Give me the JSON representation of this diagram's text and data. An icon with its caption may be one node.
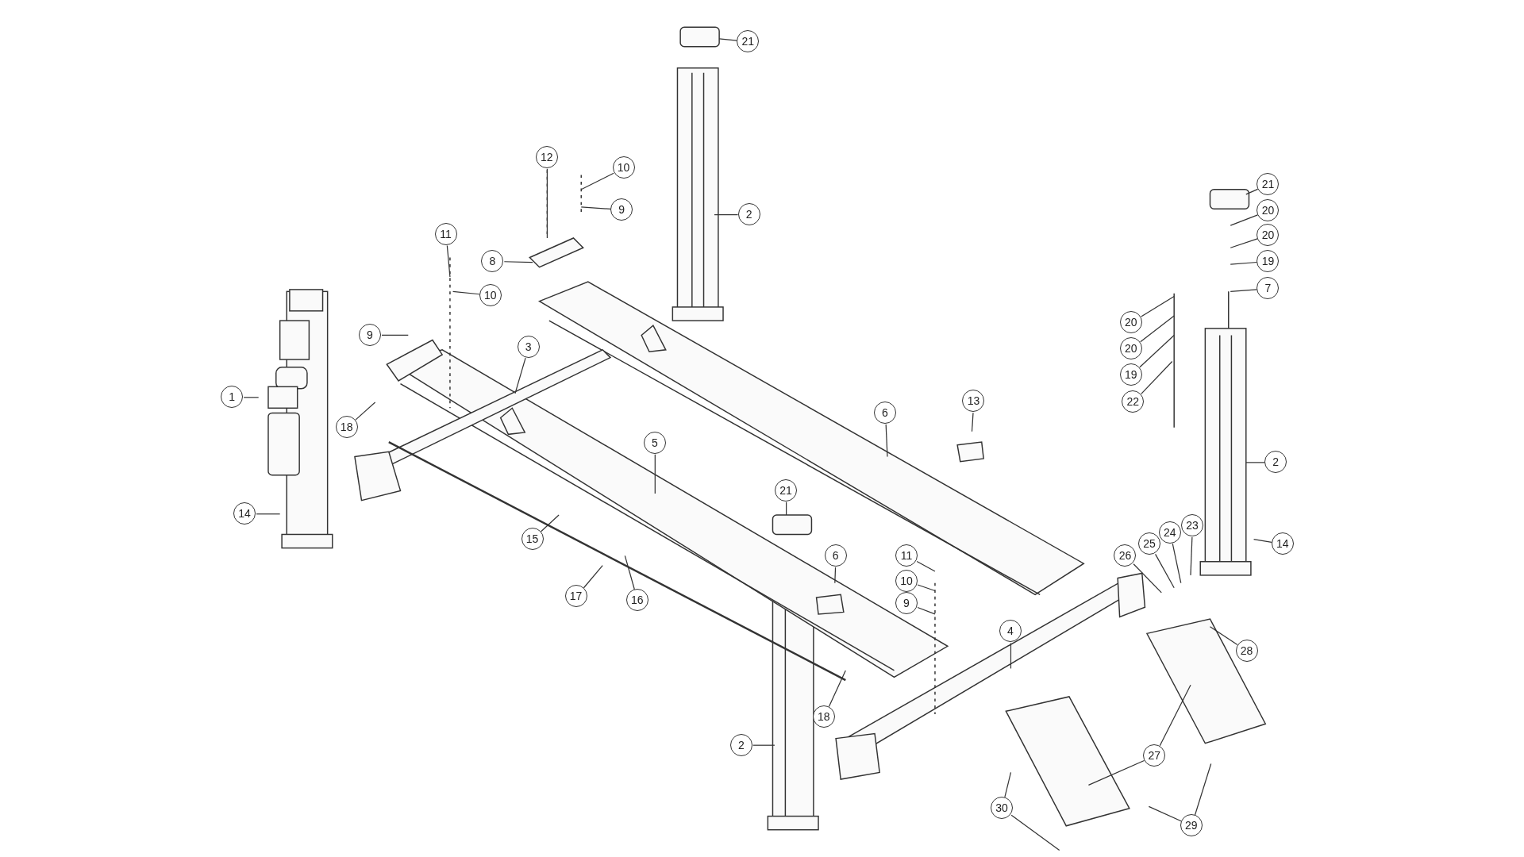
{
  "diagram": {
    "nodes": [
      {
        "text": [
          "21"
        ]
      },
      {
        "text": [
          "2"
        ]
      },
      {
        "text": [
          "12"
        ]
      },
      {
        "text": [
          "10"
        ]
      },
      {
        "text": [
          "9"
        ]
      },
      {
        "text": [
          "21"
        ]
      },
      {
        "text": [
          "20"
        ]
      },
      {
        "text": [
          "20"
        ]
      },
      {
        "text": [
          "19"
        ]
      },
      {
        "text": [
          "7"
        ]
      },
      {
        "text": [
          "11"
        ]
      },
      {
        "text": [
          "10"
        ]
      },
      {
        "text": [
          "8"
        ]
      },
      {
        "text": [
          "9"
        ]
      },
      {
        "text": [
          "3"
        ]
      },
      {
        "text": [
          "20"
        ]
      },
      {
        "text": [
          "20"
        ]
      },
      {
        "text": [
          "19"
        ]
      },
      {
        "text": [
          "22"
        ]
      },
      {
        "text": [
          "1"
        ]
      },
      {
        "text": [
          "18"
        ]
      },
      {
        "text": [
          "13"
        ]
      },
      {
        "text": [
          "6"
        ]
      },
      {
        "text": [
          "5"
        ]
      },
      {
        "text": [
          "2"
        ]
      },
      {
        "text": [
          "21"
        ]
      },
      {
        "text": [
          "14"
        ]
      },
      {
        "text": [
          "15"
        ]
      },
      {
        "text": [
          "14"
        ]
      },
      {
        "text": [
          "26"
        ]
      },
      {
        "text": [
          "25"
        ]
      },
      {
        "text": [
          "24"
        ]
      },
      {
        "text": [
          "23"
        ]
      },
      {
        "text": [
          "6"
        ]
      },
      {
        "text": [
          "11"
        ]
      },
      {
        "text": [
          "10"
        ]
      },
      {
        "text": [
          "9"
        ]
      },
      {
        "text": [
          "17"
        ]
      },
      {
        "text": [
          "16"
        ]
      },
      {
        "text": [
          "4"
        ]
      },
      {
        "text": [
          "28"
        ]
      },
      {
        "text": [
          "18"
        ]
      },
      {
        "text": [
          "2"
        ]
      },
      {
        "text": [
          "27"
        ]
      },
      {
        "text": [
          "30"
        ]
      },
      {
        "text": [
          "29"
        ]
      }
    ],
    "edges": [
      {
        "from": 0,
        "to": null,
        "arrow": "none"
      },
      {
        "from": 1,
        "to": null,
        "arrow": "none"
      },
      {
        "from": 2,
        "to": null,
        "arrow": "none"
      },
      {
        "from": 3,
        "to": null,
        "arrow": "none"
      },
      {
        "from": 4,
        "to": null,
        "arrow": "none"
      },
      {
        "from": 5,
        "to": null,
        "arrow": "none"
      },
      {
        "from": 6,
        "to": null,
        "arrow": "none"
      },
      {
        "from": 7,
        "to": null,
        "arrow": "none"
      },
      {
        "from": 8,
        "to": null,
        "arrow": "none"
      },
      {
        "from": 9,
        "to": null,
        "arrow": "none"
      },
      {
        "from": 10,
        "to": null,
        "arrow": "none"
      },
      {
        "from": 11,
        "to": null,
        "arrow": "none"
      },
      {
        "from": 12,
        "to": null,
        "arrow": "none"
      },
      {
        "from": 13,
        "to": null,
        "arrow": "none"
      },
      {
        "from": 14,
        "to": null,
        "arrow": "none"
      },
      {
        "from": 15,
        "to": null,
        "arrow": "none"
      },
      {
        "from": 16,
        "to": null,
        "arrow": "none"
      },
      {
        "from": 17,
        "to": null,
        "arrow": "none"
      },
      {
        "from": 18,
        "to": null,
        "arrow": "none"
      },
      {
        "from": 19,
        "to": null,
        "arrow": "none"
      },
      {
        "from": 20,
        "to": null,
        "arrow": "none"
      },
      {
        "from": 21,
        "to": null,
        "arrow": "none"
      },
      {
        "from": 22,
        "to": null,
        "arrow": "none"
      },
      {
        "from": 23,
        "to": null,
        "arrow": "none"
      },
      {
        "from": 24,
        "to": null,
        "arrow": "none"
      },
      {
        "from": 25,
        "to": null,
        "arrow": "none"
      },
      {
        "from": 26,
        "to": null,
        "arrow": "none"
      },
      {
        "from": 27,
        "to": null,
        "arrow": "none"
      },
      {
        "from": 28,
        "to": null,
        "arrow": "none"
      },
      {
        "from": 29,
        "to": null,
        "arrow": "none"
      },
      {
        "from": 30,
        "to": null,
        "arrow": "none"
      },
      {
        "from": 31,
        "to": null,
        "arrow": "none"
      },
      {
        "from": 32,
        "to": null,
        "arrow": "none"
      },
      {
        "from": 33,
        "to": null,
        "arrow": "none"
      },
      {
        "from": 34,
        "to": null,
        "arrow": "none"
      },
      {
        "from": 35,
        "to": null,
        "arrow": "none"
      },
      {
        "from": 36,
        "to": null,
        "arrow": "none"
      },
      {
        "from": 37,
        "to": null,
        "arrow": "none"
      },
      {
        "from": 38,
        "to": null,
        "arrow": "none"
      },
      {
        "from": 39,
        "to": null,
        "arrow": "none"
      },
      {
        "from": 40,
        "to": null,
        "arrow": "none"
      },
      {
        "from": 41,
        "to": null,
        "arrow": "none"
      },
      {
        "from": 42,
        "to": null,
        "arrow": "none"
      },
      {
        "from": 43,
        "to": null,
        "arrow": "none"
      },
      {
        "from": 43,
        "to": null,
        "arrow": "none"
      },
      {
        "from": 44,
        "to": null,
        "arrow": "none"
      },
      {
        "from": 44,
        "to": null,
        "arrow": "none"
      },
      {
        "from": 45,
        "to": null,
        "arrow": "none"
      },
      {
        "from": 45,
        "to": null,
        "arrow": "none"
      }
    ]
  }
}
